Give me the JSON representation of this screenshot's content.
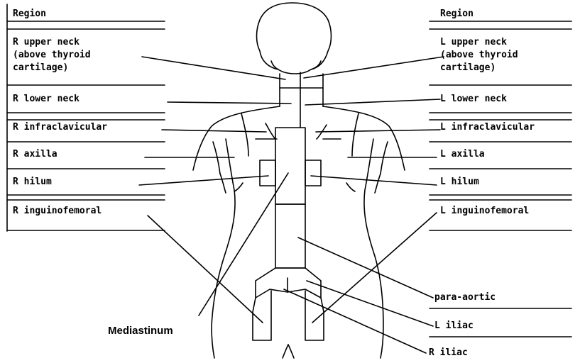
{
  "left_table": {
    "header": "Region",
    "rows": [
      "R upper neck",
      "(above thyroid",
      "cartilage)",
      "R lower neck",
      "R infraclavicular",
      "R axilla",
      "R hilum",
      "R inguinofemoral"
    ]
  },
  "right_table": {
    "header": "Region",
    "rows": [
      "L upper neck",
      "(above thyroid",
      "cartilage)",
      "L lower neck",
      "L infraclavicular",
      "L axilla",
      "L hilum",
      "L inguinofemoral"
    ]
  },
  "lower_right_labels": {
    "para_aortic": "para-aortic",
    "l_iliac": "L iliac",
    "r_iliac": "R iliac"
  },
  "center_label": "Mediastinum"
}
